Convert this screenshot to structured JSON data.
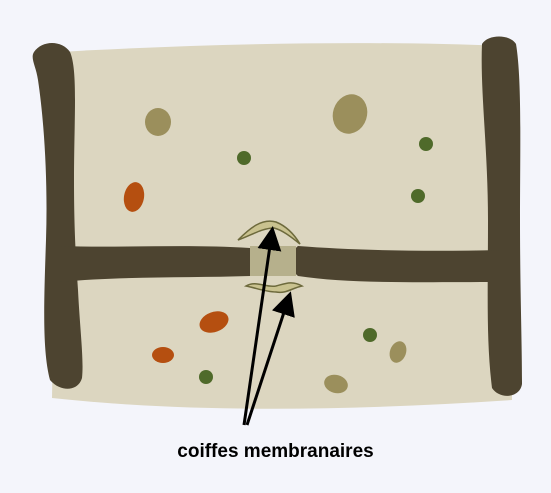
{
  "caption": "coiffes membranaires",
  "colors": {
    "background": "#f4f5fb",
    "cytoplasm": "#dcd6c0",
    "cell_wall": "#4d4430",
    "pit_cap": "#c9c28f",
    "pit_zone": "#b6b08c",
    "organelle_olive": "#9b8f5c",
    "organelle_green": "#4f6a2a",
    "organelle_orange": "#b54f10",
    "arrow": "#000000"
  },
  "structures": [
    "cell-wall-left",
    "cell-wall-right",
    "cell-wall-middle-left",
    "cell-wall-middle-right",
    "pit-upper-cap",
    "pit-lower-cap"
  ]
}
